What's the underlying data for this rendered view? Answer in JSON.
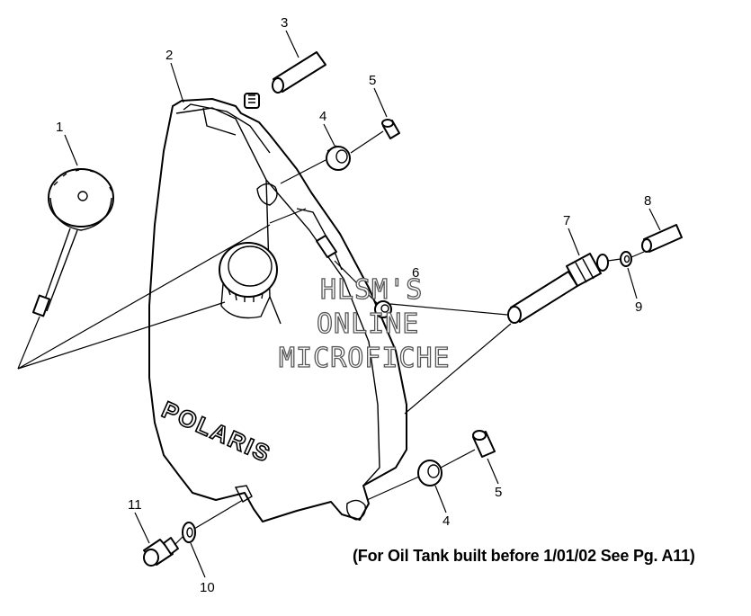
{
  "callouts": {
    "c1": "1",
    "c2": "2",
    "c3": "3",
    "c4a": "4",
    "c4b": "4",
    "c5a": "5",
    "c5b": "5",
    "c6": "6",
    "c7": "7",
    "c8": "8",
    "c9": "9",
    "c10": "10",
    "c11": "11"
  },
  "tank_brand": "POLARIS",
  "watermark": {
    "line1": "HLSM'S",
    "line2": "ONLINE",
    "line3": "MICROFICHE"
  },
  "note": "(For Oil Tank built before 1/01/02 See Pg. A11)"
}
